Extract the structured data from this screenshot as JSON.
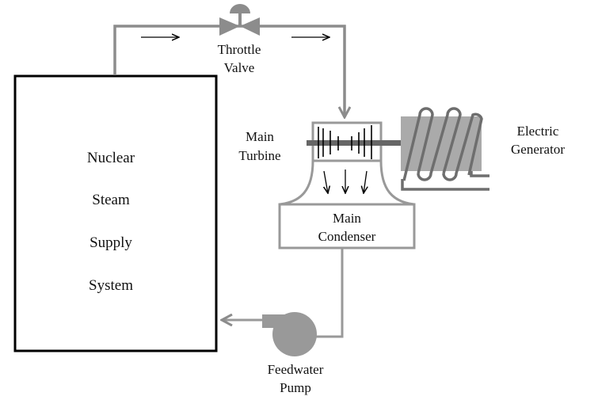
{
  "labels": {
    "nsss": [
      "Nuclear",
      "Steam",
      "Supply",
      "System"
    ],
    "throttle_valve": [
      "Throttle",
      "Valve"
    ],
    "main_turbine": [
      "Main",
      "Turbine"
    ],
    "electric_generator": [
      "Electric",
      "Generator"
    ],
    "main_condenser": [
      "Main",
      "Condenser"
    ],
    "feedwater_pump": [
      "Feedwater",
      "Pump"
    ]
  },
  "colors": {
    "pipe": "#8c8c8c",
    "component": "#999999",
    "generator_body": "#aaaaaa",
    "outline": "#000000"
  }
}
